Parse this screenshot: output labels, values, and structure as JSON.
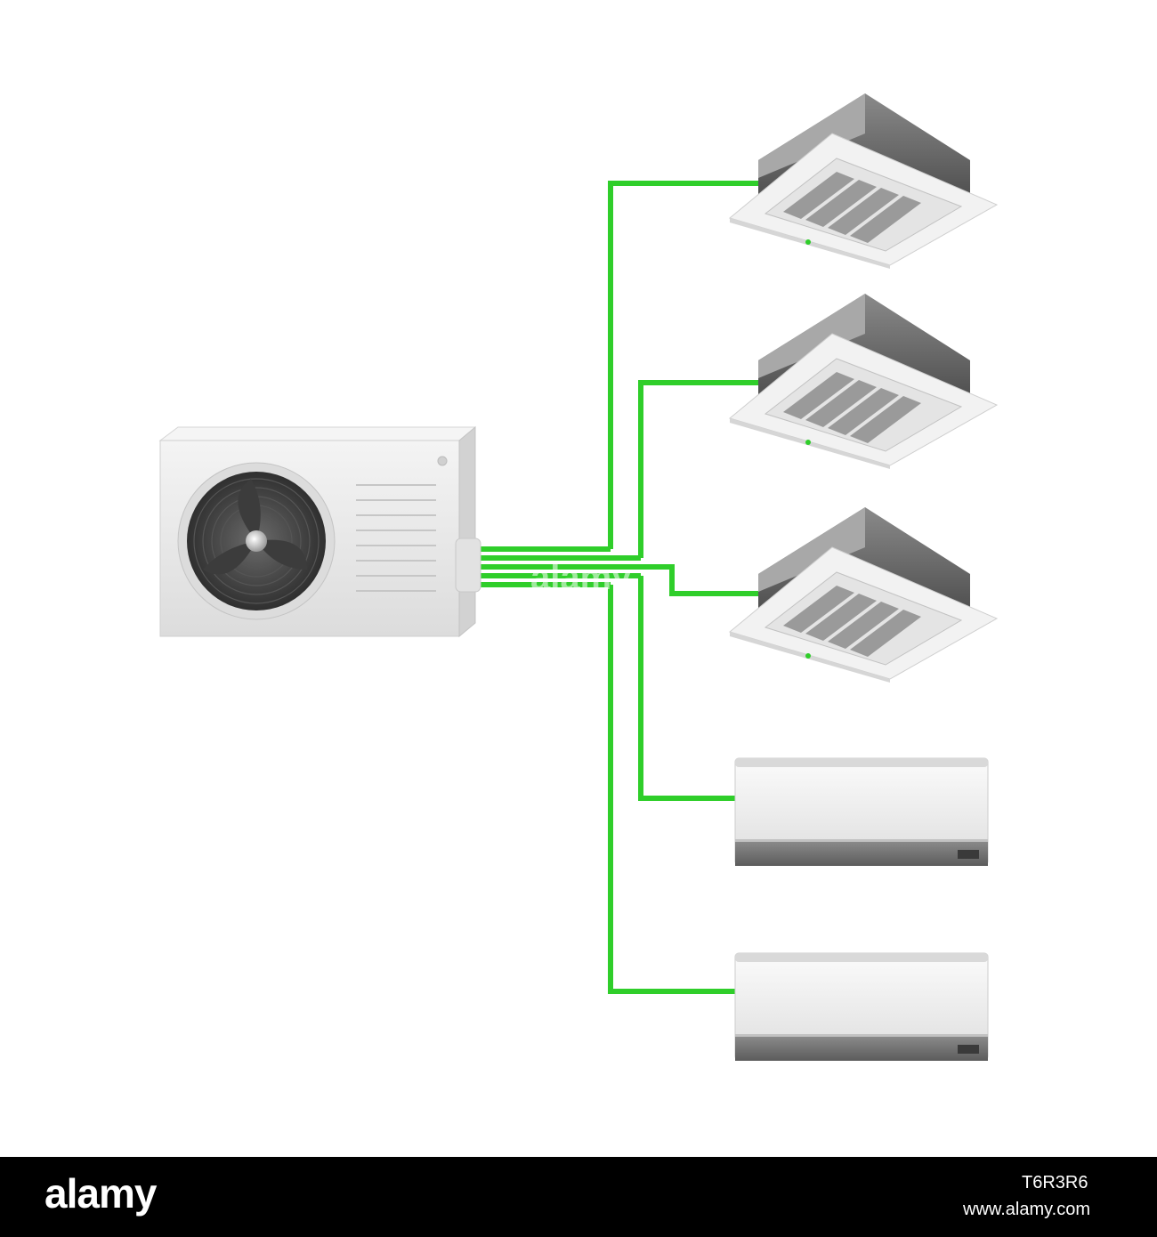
{
  "colors": {
    "pipe": "#2fce2a",
    "pipe_dark": "#1f9e1b",
    "unit_body": "#e9e9e9",
    "unit_shadow": "#c9c9c9",
    "dark_vent": "#6e6e6e",
    "footer_bg": "#000000"
  },
  "icons": {
    "outdoor_unit": "condenser-fan-icon",
    "cassette_unit": "ceiling-cassette-icon",
    "wall_unit": "wall-split-ac-icon"
  },
  "watermark": {
    "text": "alamy"
  },
  "footer": {
    "logo": "alamy",
    "image_id": "T6R3R6",
    "url": "www.alamy.com"
  }
}
